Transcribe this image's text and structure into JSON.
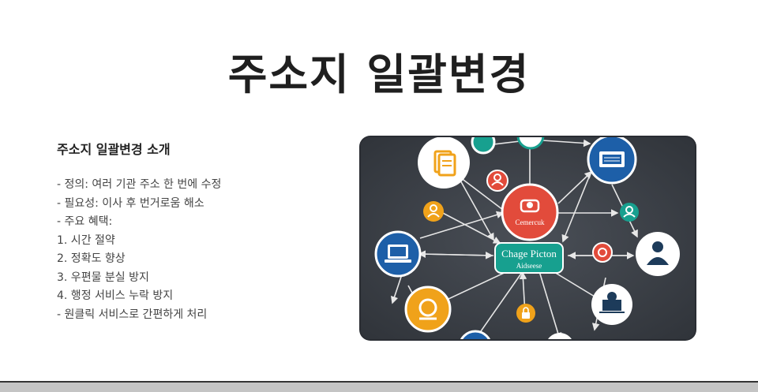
{
  "slide": {
    "title": "주소지 일괄변경"
  },
  "intro": {
    "heading": "주소지 일괄변경 소개",
    "lines": [
      "- 정의: 여러 기관 주소 한 번에 수정",
      "- 필요성: 이사 후 번거로움 해소",
      "- 주요 혜택:",
      "1. 시간 절약",
      "2. 정확도 향상",
      "3. 우편물 분실 방지",
      "4. 행정 서비스 누락 방지",
      "- 원클릭 서비스로 간편하게 처리"
    ]
  },
  "illustration": {
    "top_node_label": "Cemercuk",
    "center_node_label_1": "Chage Picton",
    "center_node_label_2": "Aidseese",
    "colors": {
      "background": "#3c4047",
      "red": "#e24b3b",
      "teal": "#17a08f",
      "blue": "#1d5fa8",
      "orange": "#f0a21a",
      "white": "#ffffff"
    }
  }
}
